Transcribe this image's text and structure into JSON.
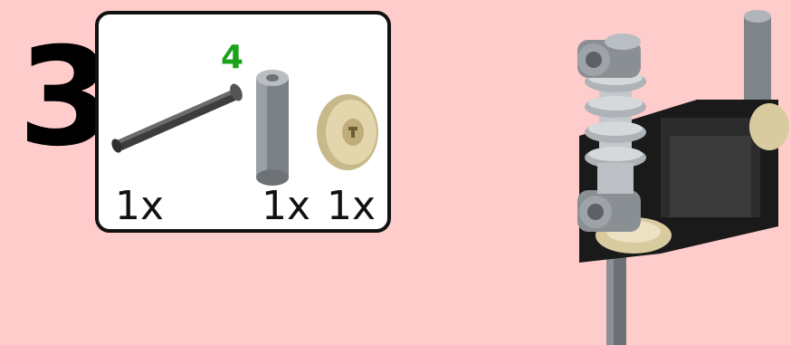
{
  "step": {
    "number": "3"
  },
  "parts_list": {
    "items": [
      {
        "name": "axle",
        "quantity": "1x",
        "length_label": "4",
        "color": "#5a5a5a"
      },
      {
        "name": "pin-connector",
        "quantity": "1x",
        "color": "#8a8f94"
      },
      {
        "name": "bevel-gear",
        "quantity": "1x",
        "color": "#d9cba0"
      }
    ]
  },
  "colors": {
    "background": "#ffcccc",
    "box_border": "#111111",
    "length_label": "#1aa31a"
  }
}
